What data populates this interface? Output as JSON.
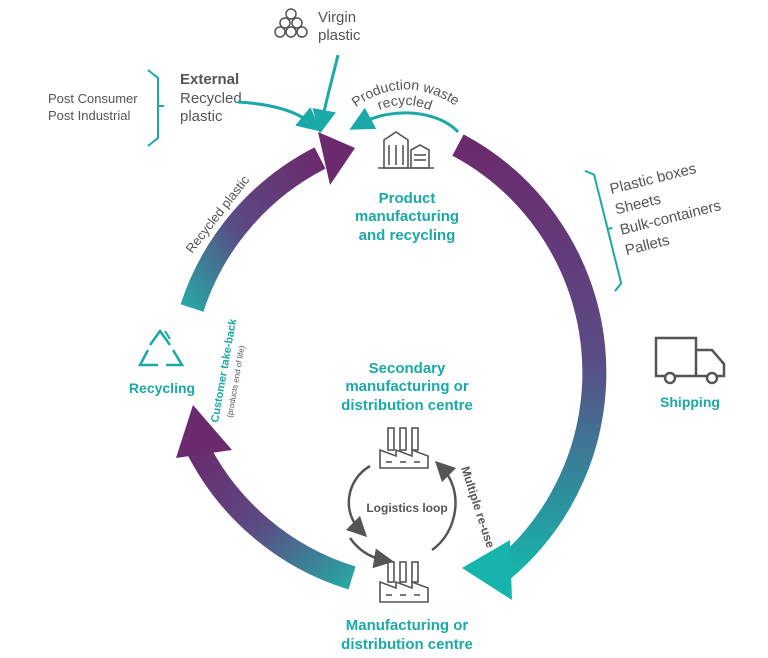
{
  "virgin": {
    "line1": "Virgin",
    "line2": "plastic"
  },
  "external": {
    "title": "External",
    "line2": "Recycled",
    "line3": "plastic",
    "sources": [
      "Post Consumer",
      "Post Industrial"
    ]
  },
  "production_waste": {
    "line1": "Production waste",
    "line2": "recycled"
  },
  "product_mfg": {
    "line1": "Product",
    "line2": "manufacturing",
    "line3": "and recycling"
  },
  "products_list": [
    "Plastic boxes",
    "Sheets",
    "Bulk-containers",
    "Pallets"
  ],
  "shipping": {
    "label": "Shipping"
  },
  "recycled_plastic": {
    "label": "Recycled plastic"
  },
  "recycling": {
    "label": "Recycling"
  },
  "takeback": {
    "label": "Customer take-back",
    "sub": "(products end of life)"
  },
  "secondary": {
    "line1": "Secondary",
    "line2": "manufacturing or",
    "line3": "distribution centre"
  },
  "logistics": {
    "label": "Logistics loop"
  },
  "multiple": {
    "label": "Multiple re-use"
  },
  "manufacturing": {
    "line1": "Manufacturing or",
    "line2": "distribution centre"
  },
  "colors": {
    "teal": "#1aa9a6",
    "purple": "#6b2a6e",
    "slate": "#555555"
  },
  "icons": [
    "molecule-icon",
    "factory-silo-icon",
    "truck-icon",
    "recycle-icon",
    "factory-icon"
  ]
}
